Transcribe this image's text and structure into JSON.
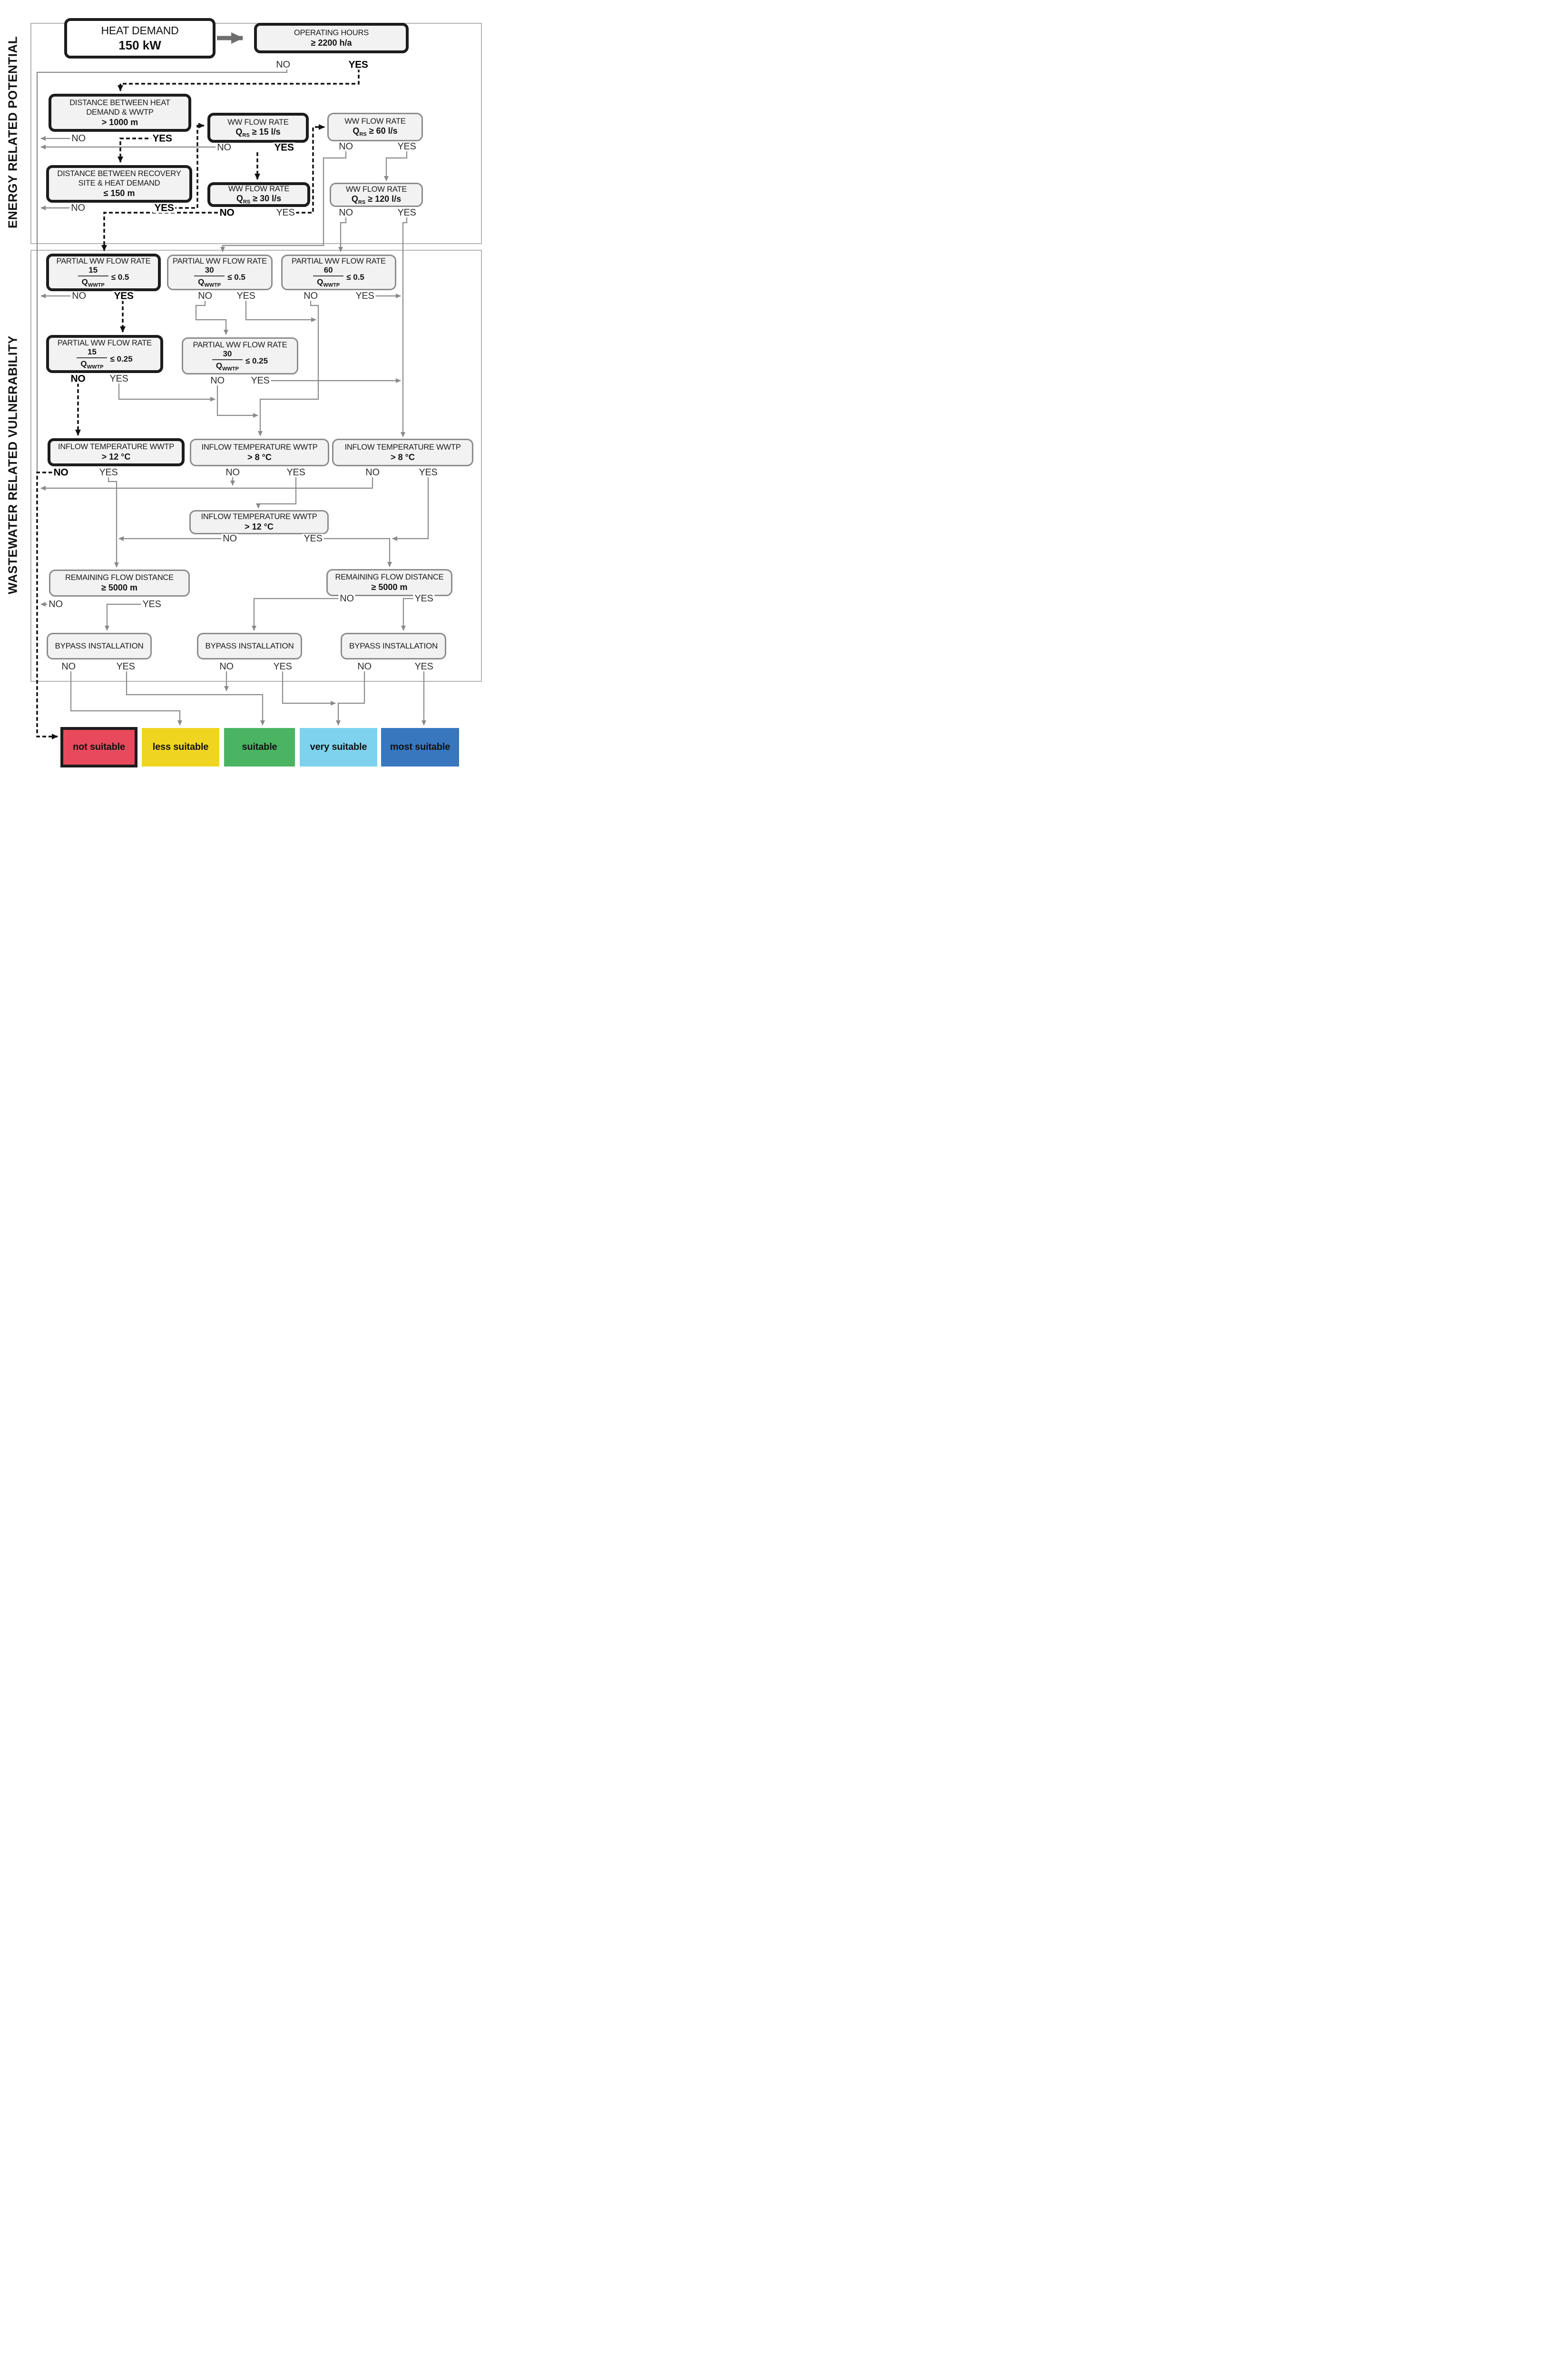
{
  "sections": [
    {
      "label": "ENERGY RELATED POTENTIAL"
    },
    {
      "label": "WASTEWATER RELATED VULNERABILITY"
    }
  ],
  "labels": {
    "no": "NO",
    "yes": "YES"
  },
  "nodes": {
    "heat_demand": {
      "line1": "HEAT DEMAND",
      "line2": "150 kW"
    },
    "operating_hours": {
      "line1": "OPERATING HOURS",
      "line2": "≥ 2200 h/a"
    },
    "dist_hd_wwtp": {
      "line1": "DISTANCE BETWEEN HEAT",
      "line2": "DEMAND & WWTP",
      "line3": "> 1000 m"
    },
    "ww15": {
      "title": "WW FLOW RATE",
      "q": "Q",
      "sub": "RS",
      "cond": "≥ 15 l/s"
    },
    "ww60": {
      "title": "WW FLOW RATE",
      "q": "Q",
      "sub": "RS",
      "cond": "≥ 60 l/s"
    },
    "recovery": {
      "line1": "DISTANCE BETWEEN RECOVERY",
      "line2": "SITE & HEAT DEMAND",
      "line3": "≤ 150 m"
    },
    "ww30": {
      "title": "WW FLOW RATE",
      "q": "Q",
      "sub": "RS",
      "cond": "≥ 30 l/s"
    },
    "ww120": {
      "title": "WW FLOW RATE",
      "q": "Q",
      "sub": "RS",
      "cond": "≥ 120 l/s"
    },
    "partial15_05": {
      "title": "PARTIAL WW FLOW RATE",
      "num": "15",
      "q": "Q",
      "sub": "WWTP",
      "cond": "≤ 0.5"
    },
    "partial30_05": {
      "title": "PARTIAL WW FLOW RATE",
      "num": "30",
      "q": "Q",
      "sub": "WWTP",
      "cond": "≤ 0.5"
    },
    "partial60_05": {
      "title": "PARTIAL WW FLOW RATE",
      "num": "60",
      "q": "Q",
      "sub": "WWTP",
      "cond": "≤ 0.5"
    },
    "partial15_025": {
      "title": "PARTIAL WW FLOW RATE",
      "num": "15",
      "q": "Q",
      "sub": "WWTP",
      "cond": "≤ 0.25"
    },
    "partial30_025": {
      "title": "PARTIAL WW FLOW RATE",
      "num": "30",
      "q": "Q",
      "sub": "WWTP",
      "cond": "≤ 0.25"
    },
    "inflow12_left": {
      "title": "INFLOW TEMPERATURE WWTP",
      "cond": "> 12 °C"
    },
    "inflow8_mid": {
      "title": "INFLOW TEMPERATURE WWTP",
      "cond": "> 8 °C"
    },
    "inflow8_right": {
      "title": "INFLOW TEMPERATURE WWTP",
      "cond": "> 8 °C"
    },
    "inflow12_mid": {
      "title": "INFLOW TEMPERATURE WWTP",
      "cond": "> 12 °C"
    },
    "remaining_left": {
      "title": "REMAINING FLOW DISTANCE",
      "cond": "≥ 5000 m"
    },
    "remaining_right": {
      "title": "REMAINING FLOW DISTANCE",
      "cond": "≥ 5000 m"
    },
    "bypass_left": {
      "title": "BYPASS INSTALLATION"
    },
    "bypass_mid": {
      "title": "BYPASS INSTALLATION"
    },
    "bypass_right": {
      "title": "BYPASS INSTALLATION"
    }
  },
  "outcomes": [
    {
      "id": "not_suitable",
      "label": "not suitable",
      "color": "#E8495C"
    },
    {
      "id": "less_suitable",
      "label": "less suitable",
      "color": "#EFD51F"
    },
    {
      "id": "suitable",
      "label": "suitable",
      "color": "#4BB462"
    },
    {
      "id": "very_suitable",
      "label": "very suitable",
      "color": "#7FD2EE"
    },
    {
      "id": "most_suitable",
      "label": "most suitable",
      "color": "#3877BE"
    }
  ],
  "line_colors": {
    "solid": "#8a8a8a",
    "dashed_trace": "#111111",
    "heat_arrow": "#6e6e6e"
  }
}
